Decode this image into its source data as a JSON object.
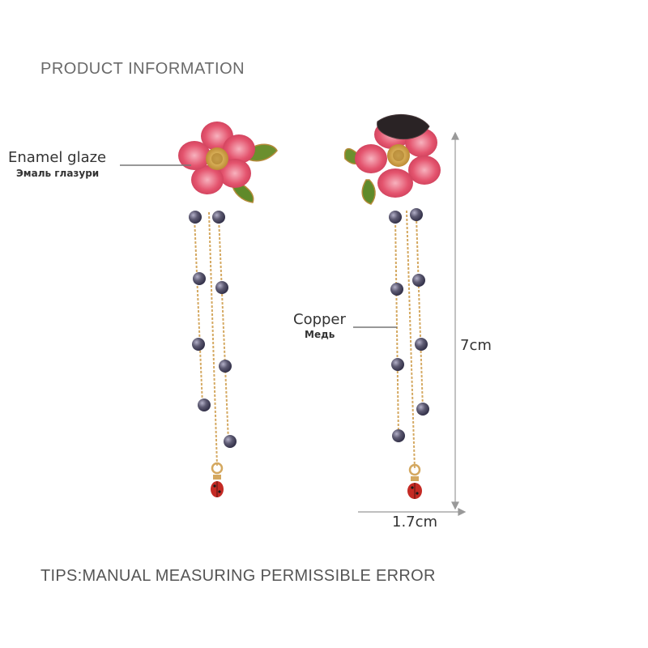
{
  "heading": "PRODUCT INFORMATION",
  "labels": {
    "enamel_en": "Enamel glaze",
    "enamel_ru": "Эмаль глазури",
    "copper_en": "Copper",
    "copper_ru": "Медь"
  },
  "dimensions": {
    "length": "7cm",
    "width": "1.7cm"
  },
  "tips": "TIPS:MANUAL MEASURING PERMISSIBLE ERROR",
  "colors": {
    "petal": "#e4546e",
    "petal_light": "#f38ea0",
    "pearl": "#5d5a72",
    "gold_chain": "#d4a860",
    "leaf": "#6b8f2e",
    "ladybug": "#c42a24"
  }
}
